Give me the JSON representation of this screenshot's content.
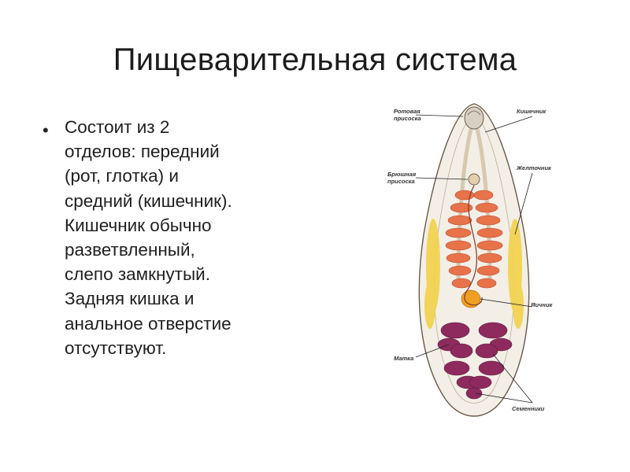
{
  "slide": {
    "title": "Пищеварительная система",
    "bullet_marker": "•",
    "bullet_text": "Состоит из 2\nотделов: передний\n(рот, глотка) и\nсредний (кишечник).\nКишечник обычно\nразветвленный,\nслепо замкнутый.\nЗадняя кишка и\nанальное отверстие\nотсутствуют."
  },
  "figure": {
    "labels": {
      "oral_sucker_1": "Ротовая",
      "oral_sucker_2": "присоска",
      "intestine": "Кишечник",
      "ventral_sucker_1": "Брюшная",
      "ventral_sucker_2": "присоска",
      "vitellarium": "Желточник",
      "ovary": "Яичник",
      "uterus": "Матка",
      "testes": "Семенники"
    },
    "colors": {
      "body": "#f3efe6",
      "intestine": "#e8724a",
      "vitellarium": "#f2d24a",
      "testes": "#8e2a5e",
      "ovary": "#f0a020",
      "outline": "#6b5a4a"
    }
  }
}
